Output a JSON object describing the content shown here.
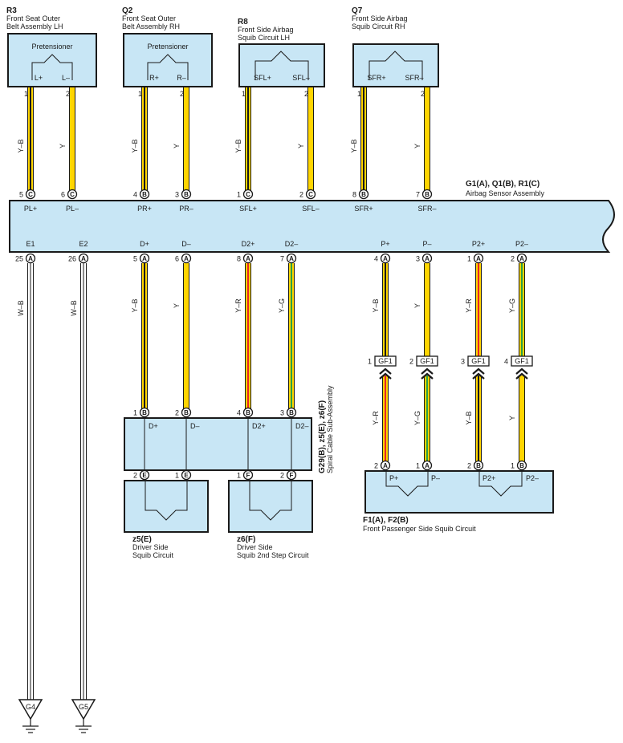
{
  "colors": {
    "box_fill": "#c8e6f5",
    "yellow": "#ffd500",
    "black": "#1a1a1a",
    "red": "#e8242a",
    "green": "#28a04a",
    "blue": "#2a6fc0",
    "white": "#ffffff"
  },
  "components": {
    "r3": {
      "code": "R3",
      "line1": "Front Seat Outer",
      "line2": "Belt Assembly LH",
      "inner": "Pretensioner",
      "t1": "L+",
      "t2": "L–"
    },
    "q2": {
      "code": "Q2",
      "line1": "Front Seat Outer",
      "line2": "Belt Assembly RH",
      "inner": "Pretensioner",
      "t1": "R+",
      "t2": "R–"
    },
    "r8": {
      "code": "R8",
      "line1": "Front Side Airbag",
      "line2": "Squib Circuit LH",
      "t1": "SFL+",
      "t2": "SFL–"
    },
    "q7": {
      "code": "Q7",
      "line1": "Front Side Airbag",
      "line2": "Squib Circuit RH",
      "t1": "SFR+",
      "t2": "SFR–"
    },
    "sensor": {
      "code": "G1(A), Q1(B), R1(C)",
      "name": "Airbag Sensor Assembly",
      "top_terms": [
        "PL+",
        "PL–",
        "PR+",
        "PR–",
        "SFL+",
        "SFL–",
        "SFR+",
        "SFR–"
      ],
      "bottom_terms": [
        "E1",
        "E2",
        "D+",
        "D–",
        "D2+",
        "D2–",
        "P+",
        "P–",
        "P2+",
        "P2–"
      ]
    },
    "spiral": {
      "code": "G29(B), z5(E), z6(F)",
      "name": "Spiral Cable Sub-Assembly",
      "terms": [
        "D+",
        "D–",
        "D2+",
        "D2–"
      ]
    },
    "z5": {
      "code": "z5(E)",
      "line1": "Driver Side",
      "line2": "Squib Circuit"
    },
    "z6": {
      "code": "z6(F)",
      "line1": "Driver Side",
      "line2": "Squib 2nd Step Circuit"
    },
    "f1": {
      "code": "F1(A), F2(B)",
      "name": "Front Passenger Side Squib Circuit",
      "terms": [
        "P+",
        "P–",
        "P2+",
        "P2–"
      ]
    },
    "gf1": {
      "label": "GF1"
    }
  },
  "pins": {
    "r3": [
      "1",
      "2"
    ],
    "q2": [
      "1",
      "2"
    ],
    "r8": [
      "1",
      "2"
    ],
    "q7": [
      "1",
      "2"
    ],
    "sensor_top": [
      {
        "n": "5",
        "c": "C"
      },
      {
        "n": "6",
        "c": "C"
      },
      {
        "n": "4",
        "c": "B"
      },
      {
        "n": "3",
        "c": "B"
      },
      {
        "n": "1",
        "c": "C"
      },
      {
        "n": "2",
        "c": "C"
      },
      {
        "n": "8",
        "c": "B"
      },
      {
        "n": "7",
        "c": "B"
      }
    ],
    "sensor_bottom": [
      {
        "n": "25",
        "c": "A"
      },
      {
        "n": "26",
        "c": "A"
      },
      {
        "n": "5",
        "c": "A"
      },
      {
        "n": "6",
        "c": "A"
      },
      {
        "n": "8",
        "c": "A"
      },
      {
        "n": "7",
        "c": "A"
      },
      {
        "n": "4",
        "c": "A"
      },
      {
        "n": "3",
        "c": "A"
      },
      {
        "n": "1",
        "c": "A"
      },
      {
        "n": "2",
        "c": "A"
      }
    ],
    "spiral_top": [
      {
        "n": "1",
        "c": "B"
      },
      {
        "n": "2",
        "c": "B"
      },
      {
        "n": "4",
        "c": "B"
      },
      {
        "n": "3",
        "c": "B"
      }
    ],
    "spiral_bottom": [
      {
        "n": "2",
        "c": "E"
      },
      {
        "n": "1",
        "c": "E"
      },
      {
        "n": "1",
        "c": "F"
      },
      {
        "n": "2",
        "c": "F"
      }
    ],
    "gf1": [
      "1",
      "2",
      "3",
      "4"
    ],
    "f1": [
      {
        "n": "2",
        "c": "A"
      },
      {
        "n": "1",
        "c": "A"
      },
      {
        "n": "2",
        "c": "B"
      },
      {
        "n": "1",
        "c": "B"
      }
    ]
  },
  "wire_labels": {
    "top": [
      "Y–B",
      "Y",
      "Y–B",
      "Y",
      "Y–B",
      "Y",
      "Y–B",
      "Y"
    ],
    "ground": [
      "W–B",
      "W–B"
    ],
    "spiral": [
      "Y–B",
      "Y",
      "Y–R",
      "Y–G"
    ],
    "pass_upper": [
      "Y–B",
      "Y",
      "Y–R",
      "Y–G"
    ],
    "pass_lower": [
      "Y–R",
      "Y–G",
      "Y–B",
      "Y"
    ]
  },
  "grounds": [
    "G4",
    "G5"
  ]
}
